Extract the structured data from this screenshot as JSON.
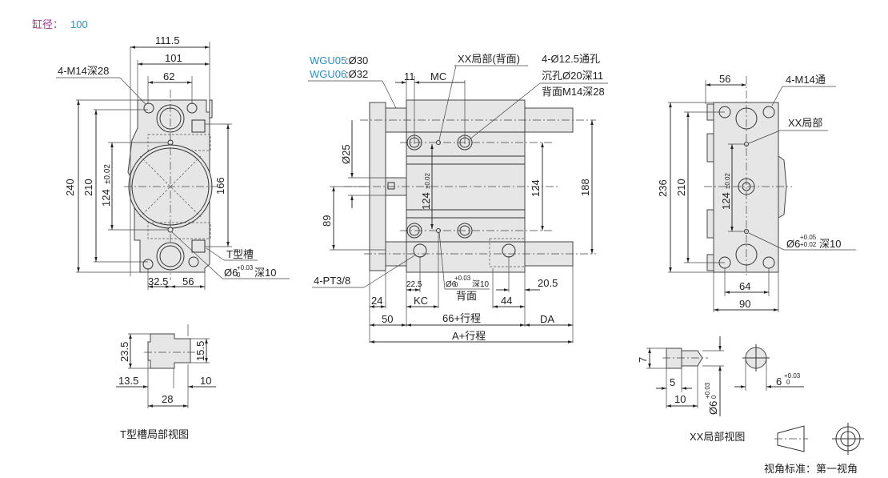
{
  "header": {
    "bore_label": "缸径：",
    "bore_value": "100"
  },
  "front_view": {
    "dims": {
      "w_total": "111.5",
      "w_mid": "101",
      "w_holes": "62",
      "h_total": "240",
      "h_mid": "210",
      "h_holes": "124",
      "h_holes_tol": "±0.02",
      "h_right": "166",
      "b_left": "32.5",
      "b_right": "56"
    },
    "callouts": {
      "tap_holes": "4-M14深28",
      "t_slot": "T型槽",
      "pin_hole": "Ø6",
      "pin_tol_upper": "+0.03",
      "pin_tol_lower": "0",
      "pin_depth": "深10"
    }
  },
  "side_view": {
    "rod_notes": [
      {
        "model": "WGU05",
        "value": ":Ø30"
      },
      {
        "model": "WGU06",
        "value": ":Ø32"
      }
    ],
    "callouts": {
      "xx_back": "XX局部(背面)",
      "through_hole_1": "4-Ø12.5通孔",
      "through_hole_2": "沉孔Ø20深11",
      "through_hole_3": "背面M14深28",
      "port": "4-PT3/8",
      "pin": "Ø6",
      "pin_tol_upper": "+0.03",
      "pin_tol_lower": "0",
      "pin_depth": "深10",
      "pin_side": "背面"
    },
    "dims": {
      "top_11": "11",
      "mc": "MC",
      "rod_dia": "Ø25",
      "h_89": "89",
      "h_124": "124",
      "h_124_tol": "124",
      "h_124_tol_suffix": "±0.02",
      "h_188": "188",
      "b_24": "24",
      "b_22_5": "22.5",
      "kc": "KC",
      "b_44": "44",
      "b_20_5": "20.5",
      "b_50": "50",
      "b_66": "66+行程",
      "da": "DA",
      "a_total": "A+行程"
    }
  },
  "rear_view": {
    "dims": {
      "w_56": "56",
      "h_236": "236",
      "h_210": "210",
      "h_124": "124",
      "h_124_tol": "±0.02",
      "w_64": "64",
      "w_90": "90"
    },
    "callouts": {
      "tap": "4-M14通",
      "xx": "XX局部",
      "pin": "Ø6",
      "pin_tol_upper": "+0.05",
      "pin_tol_lower": "+0.02",
      "pin_depth": "深10"
    }
  },
  "t_slot_detail": {
    "dims": {
      "h_23_5": "23.5",
      "h_15_5": "15.5",
      "w_13_5": "13.5",
      "w_10": "10",
      "w_28": "28"
    },
    "caption": "T型槽局部视图"
  },
  "xx_detail": {
    "dims": {
      "h_7": "7",
      "w_5": "5",
      "w_10": "10",
      "dia": "Ø6",
      "dia_tol_upper": "+0.03",
      "dia_tol_lower": "0",
      "w_6": "6",
      "w_6_tol_upper": "+0.03",
      "w_6_tol_lower": "0"
    },
    "caption": "XX局部视图"
  },
  "projection": {
    "label": "视角标准：第一视角"
  },
  "colors": {
    "model_blue": "#2a8fc6",
    "label_magenta": "#a0358f"
  }
}
